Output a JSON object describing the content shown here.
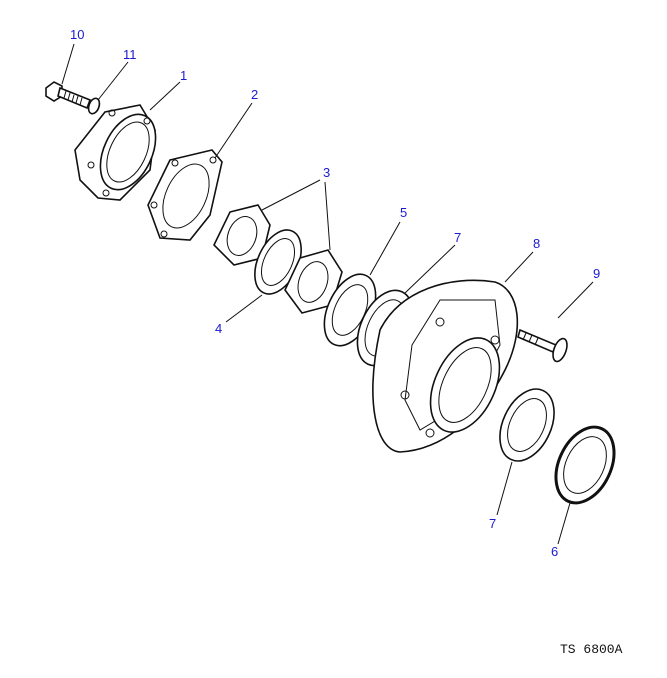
{
  "diagram": {
    "callouts": {
      "c10": "10",
      "c11": "11",
      "c1": "1",
      "c2": "2",
      "c3": "3",
      "c5": "5",
      "c7a": "7",
      "c8": "8",
      "c9": "9",
      "c4": "4",
      "c7b": "7",
      "c6": "6"
    },
    "reference": "TS 6800A",
    "callout_color": "#1a1ad0"
  }
}
